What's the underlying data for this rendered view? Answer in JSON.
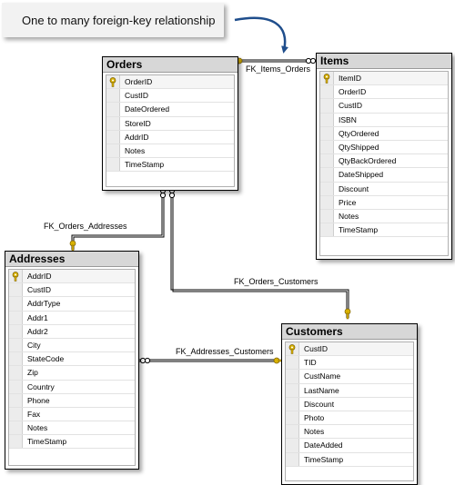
{
  "callout": {
    "text": "One to many foreign-key relationship"
  },
  "relationships": [
    {
      "id": "fk-items-orders",
      "label": "FK_Items_Orders"
    },
    {
      "id": "fk-orders-addresses",
      "label": "FK_Orders_Addresses"
    },
    {
      "id": "fk-orders-customers",
      "label": "FK_Orders_Customers"
    },
    {
      "id": "fk-addresses-customers",
      "label": "FK_Addresses_Customers"
    }
  ],
  "tables": {
    "orders": {
      "title": "Orders",
      "primary_key": "OrderID",
      "columns": [
        "OrderID",
        "CustID",
        "DateOrdered",
        "StoreID",
        "AddrID",
        "Notes",
        "TimeStamp"
      ]
    },
    "items": {
      "title": "Items",
      "primary_key": "ItemID",
      "columns": [
        "ItemID",
        "OrderID",
        "CustID",
        "ISBN",
        "QtyOrdered",
        "QtyShipped",
        "QtyBackOrdered",
        "DateShipped",
        "Discount",
        "Price",
        "Notes",
        "TimeStamp"
      ]
    },
    "addresses": {
      "title": "Addresses",
      "primary_key": "AddrID",
      "columns": [
        "AddrID",
        "CustID",
        "AddrType",
        "Addr1",
        "Addr2",
        "City",
        "StateCode",
        "Zip",
        "Country",
        "Phone",
        "Fax",
        "Notes",
        "TimeStamp"
      ]
    },
    "customers": {
      "title": "Customers",
      "primary_key": "CustID",
      "columns": [
        "CustID",
        "TID",
        "CustName",
        "LastName",
        "Discount",
        "Photo",
        "Notes",
        "DateAdded",
        "TimeStamp"
      ]
    }
  },
  "colors": {
    "arrow": "#1f4e8c",
    "connector": "#000000",
    "key_icon": "#d9b200"
  },
  "icons": {
    "primary_key": "key-icon",
    "one_end": "key-icon",
    "many_end": "infinity-icon"
  }
}
